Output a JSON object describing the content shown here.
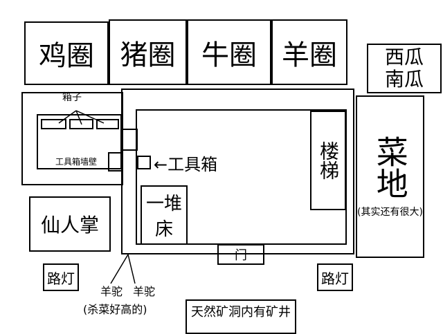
{
  "pens": [
    "鸡圈",
    "猪圈",
    "牛圈",
    "羊圈"
  ],
  "melons": "西瓜\n南瓜",
  "storage_room": {
    "boxes_label": "箱子",
    "toolbox_wall_label": "工具箱墙壁"
  },
  "house": {
    "toolbox_label": "←工具箱",
    "stairs": "楼梯",
    "bed": "一堆床",
    "door": "门"
  },
  "cactus": "仙人掌",
  "streetlights": [
    "路灯",
    "路灯"
  ],
  "vegetable_field": {
    "title": "菜地",
    "note": "(其实还有很大)"
  },
  "alpacas": {
    "names": [
      "羊驼",
      "羊驼"
    ],
    "note": "(杀菜好高的)"
  },
  "cave": "天然矿洞内有矿井"
}
